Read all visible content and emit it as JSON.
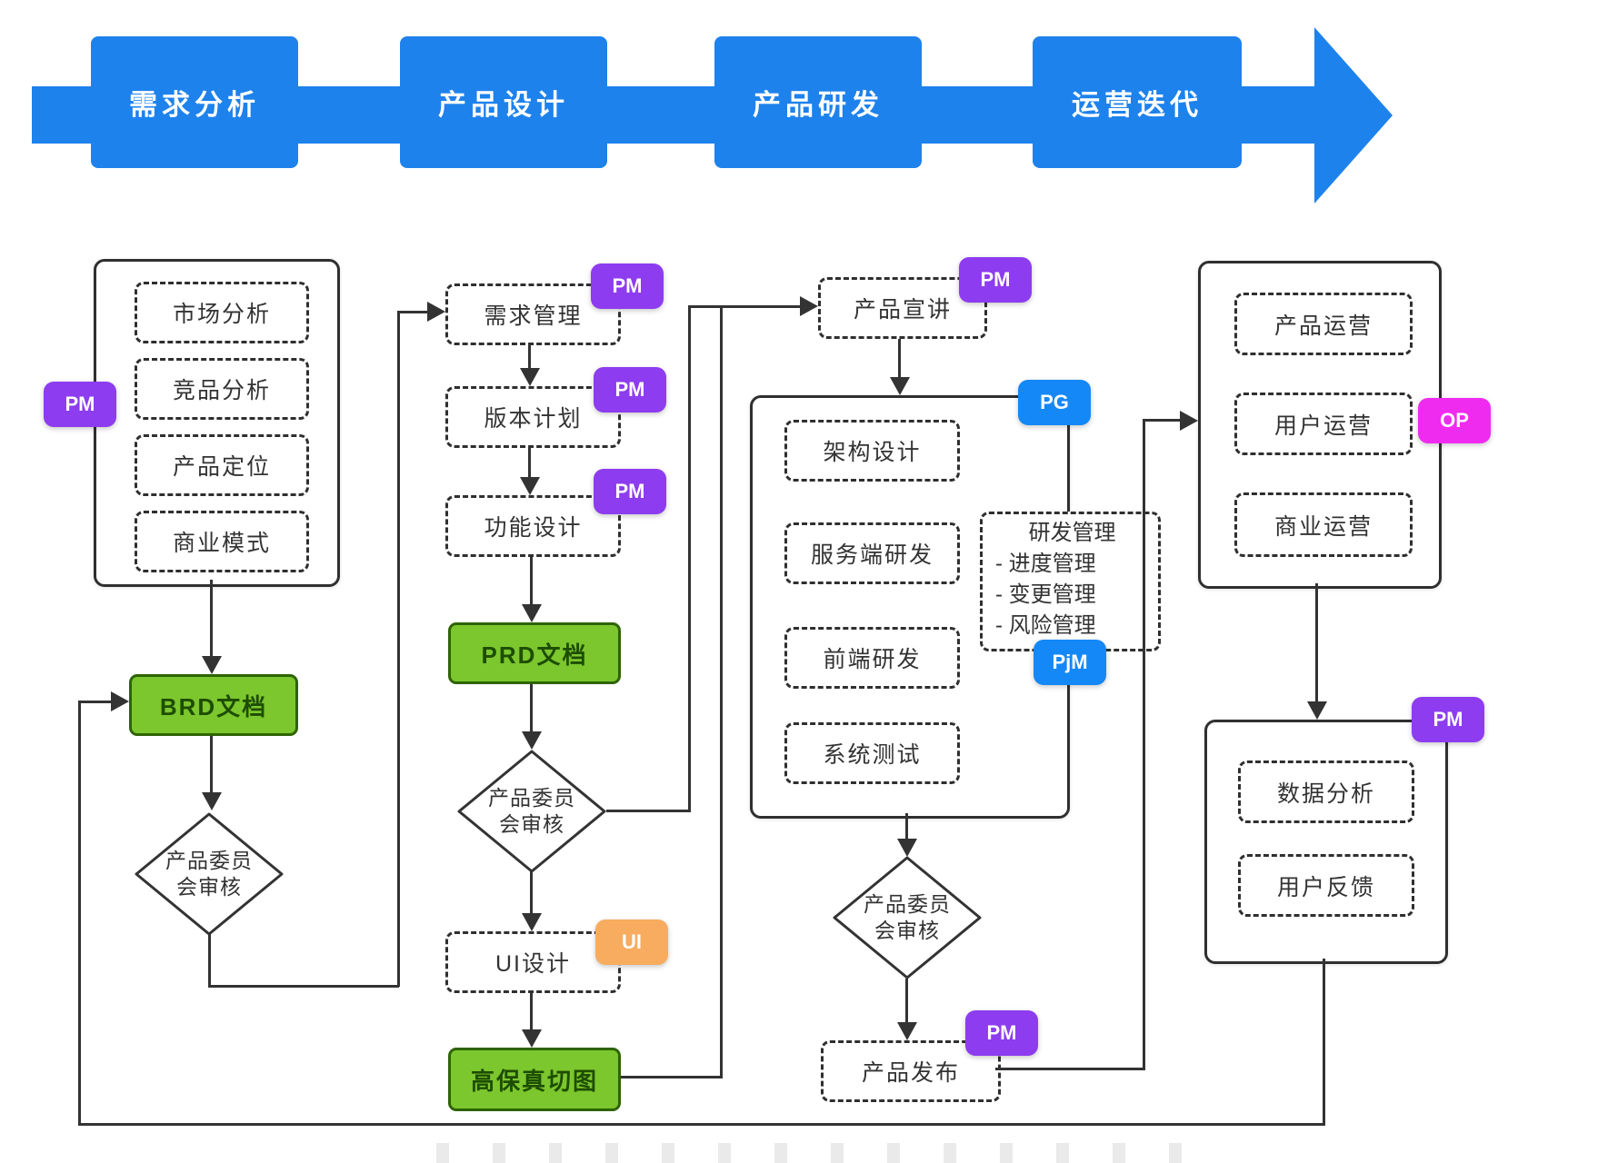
{
  "header": {
    "stages": [
      "需求分析",
      "产品设计",
      "产品研发",
      "运营迭代"
    ]
  },
  "badges": {
    "pm": "PM",
    "pg": "PG",
    "pjm": "PjM",
    "ui": "UI",
    "op": "OP"
  },
  "common": {
    "review_line1": "产品委员",
    "review_line2": "会审核"
  },
  "requirements": {
    "items": [
      "市场分析",
      "竞品分析",
      "产品定位",
      "商业模式"
    ],
    "brd_label": "BRD文档"
  },
  "design": {
    "steps": [
      "需求管理",
      "版本计划",
      "功能设计"
    ],
    "prd_label": "PRD文档",
    "ui_design": "UI设计",
    "hifi_label": "高保真切图"
  },
  "development": {
    "announce": "产品宣讲",
    "tasks": [
      "架构设计",
      "服务端研发",
      "前端研发",
      "系统测试"
    ],
    "mgmt_title": "研发管理",
    "mgmt_items": [
      "- 进度管理",
      "- 变更管理",
      "- 风险管理"
    ],
    "release": "产品发布"
  },
  "operations": {
    "ops_items": [
      "产品运营",
      "用户运营",
      "商业运营"
    ],
    "iter_items": [
      "数据分析",
      "用户反馈"
    ]
  },
  "colors": {
    "header_blue": "#1E82EC",
    "badge_blue": "#1488F6",
    "badge_purple": "#8D3CEF",
    "badge_magenta": "#F02BF0",
    "badge_orange": "#F7AC60",
    "green_fill": "#7CC62E",
    "green_border": "#2E6404",
    "line": "#333333"
  }
}
